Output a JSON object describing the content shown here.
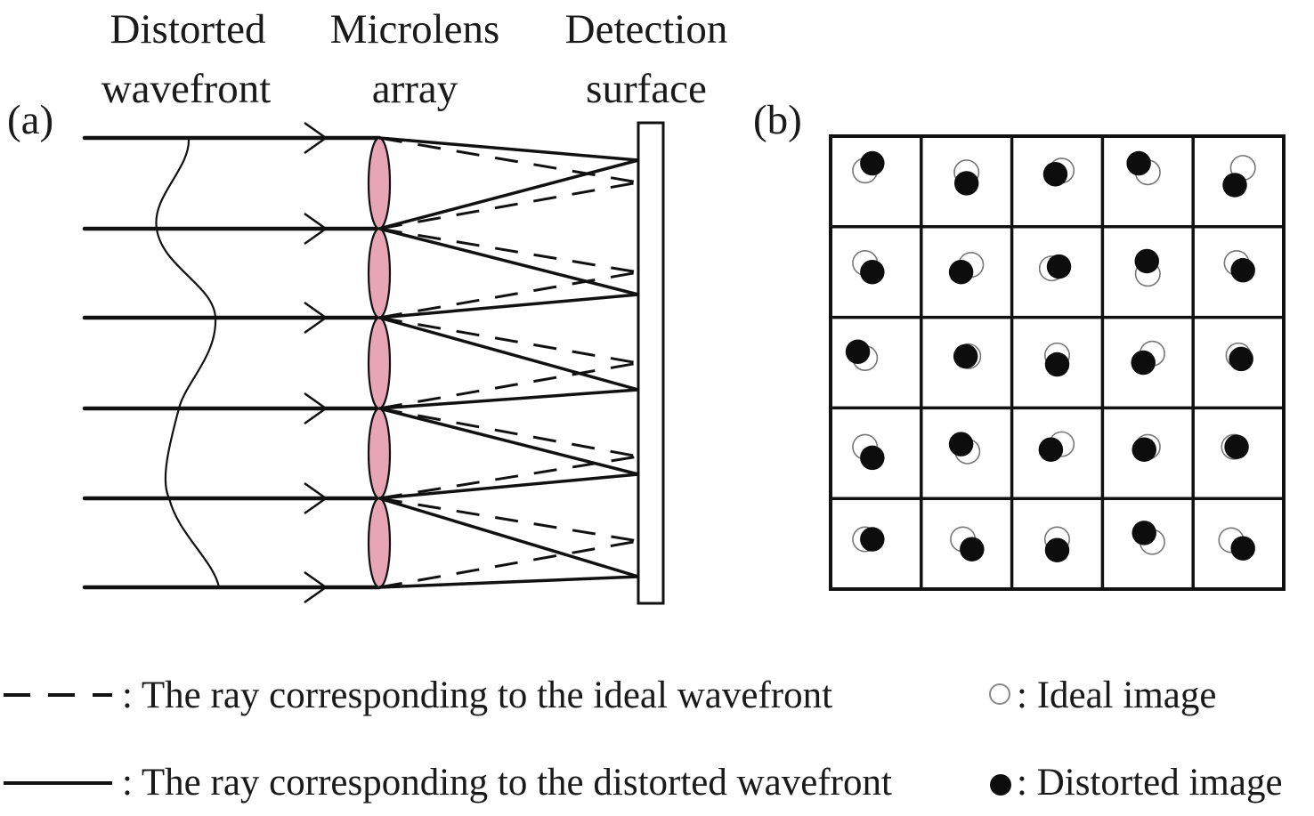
{
  "panel_a": {
    "label": "(a)",
    "headings": {
      "wavefront_line1": "Distorted",
      "wavefront_line2": "wavefront",
      "lens_line1": "Microlens",
      "lens_line2": "array",
      "detector_line1": "Detection",
      "detector_line2": "surface"
    },
    "ray_count": 6,
    "lens_count": 5,
    "lens_color": "#e8a5b6",
    "line_color": "#111111"
  },
  "panel_b": {
    "label": "(b)",
    "grid_rows": 5,
    "grid_cols": 5,
    "spot_offsets_note": "per-cell displacement of distorted spot (dx, dy) relative to ideal spot, in fractions of cell size",
    "cells": [
      [
        {
          "ideal": [
            -0.12,
            -0.12
          ],
          "distorted": [
            -0.04,
            -0.2
          ]
        },
        {
          "ideal": [
            0.0,
            -0.1
          ],
          "distorted": [
            0.0,
            0.02
          ]
        },
        {
          "ideal": [
            0.05,
            -0.12
          ],
          "distorted": [
            -0.02,
            -0.08
          ]
        },
        {
          "ideal": [
            0.0,
            -0.1
          ],
          "distorted": [
            -0.1,
            -0.2
          ]
        },
        {
          "ideal": [
            0.05,
            -0.15
          ],
          "distorted": [
            -0.04,
            0.04
          ]
        }
      ],
      [
        {
          "ideal": [
            -0.12,
            -0.1
          ],
          "distorted": [
            -0.04,
            0.0
          ]
        },
        {
          "ideal": [
            0.05,
            -0.08
          ],
          "distorted": [
            -0.06,
            0.0
          ]
        },
        {
          "ideal": [
            -0.06,
            -0.04
          ],
          "distorted": [
            0.02,
            -0.06
          ]
        },
        {
          "ideal": [
            0.0,
            0.02
          ],
          "distorted": [
            -0.01,
            -0.12
          ]
        },
        {
          "ideal": [
            -0.02,
            -0.1
          ],
          "distorted": [
            0.05,
            -0.02
          ]
        }
      ],
      [
        {
          "ideal": [
            -0.12,
            -0.05
          ],
          "distorted": [
            -0.2,
            -0.12
          ]
        },
        {
          "ideal": [
            0.02,
            -0.07
          ],
          "distorted": [
            -0.01,
            -0.07
          ]
        },
        {
          "ideal": [
            0.0,
            -0.08
          ],
          "distorted": [
            0.0,
            0.02
          ]
        },
        {
          "ideal": [
            0.05,
            -0.1
          ],
          "distorted": [
            -0.05,
            0.0
          ]
        },
        {
          "ideal": [
            0.0,
            -0.08
          ],
          "distorted": [
            0.03,
            -0.04
          ]
        }
      ],
      [
        {
          "ideal": [
            -0.12,
            -0.07
          ],
          "distorted": [
            -0.04,
            0.05
          ]
        },
        {
          "ideal": [
            0.01,
            -0.02
          ],
          "distorted": [
            -0.06,
            -0.1
          ]
        },
        {
          "ideal": [
            0.05,
            -0.1
          ],
          "distorted": [
            -0.07,
            -0.04
          ]
        },
        {
          "ideal": [
            0.0,
            -0.07
          ],
          "distorted": [
            -0.04,
            -0.04
          ]
        },
        {
          "ideal": [
            -0.05,
            -0.07
          ],
          "distorted": [
            -0.02,
            -0.07
          ]
        }
      ],
      [
        {
          "ideal": [
            -0.12,
            -0.05
          ],
          "distorted": [
            -0.04,
            -0.05
          ]
        },
        {
          "ideal": [
            -0.04,
            -0.05
          ],
          "distorted": [
            0.06,
            0.06
          ]
        },
        {
          "ideal": [
            0.0,
            -0.05
          ],
          "distorted": [
            0.0,
            0.07
          ]
        },
        {
          "ideal": [
            0.05,
            -0.02
          ],
          "distorted": [
            -0.04,
            -0.12
          ]
        },
        {
          "ideal": [
            -0.08,
            -0.04
          ],
          "distorted": [
            0.05,
            0.05
          ]
        }
      ]
    ]
  },
  "legend": {
    "dashed_label": ": The ray corresponding to the ideal wavefront",
    "solid_label": ": The ray corresponding to the distorted wavefront",
    "ideal_label": ": Ideal image",
    "distorted_label": ": Distorted image"
  }
}
